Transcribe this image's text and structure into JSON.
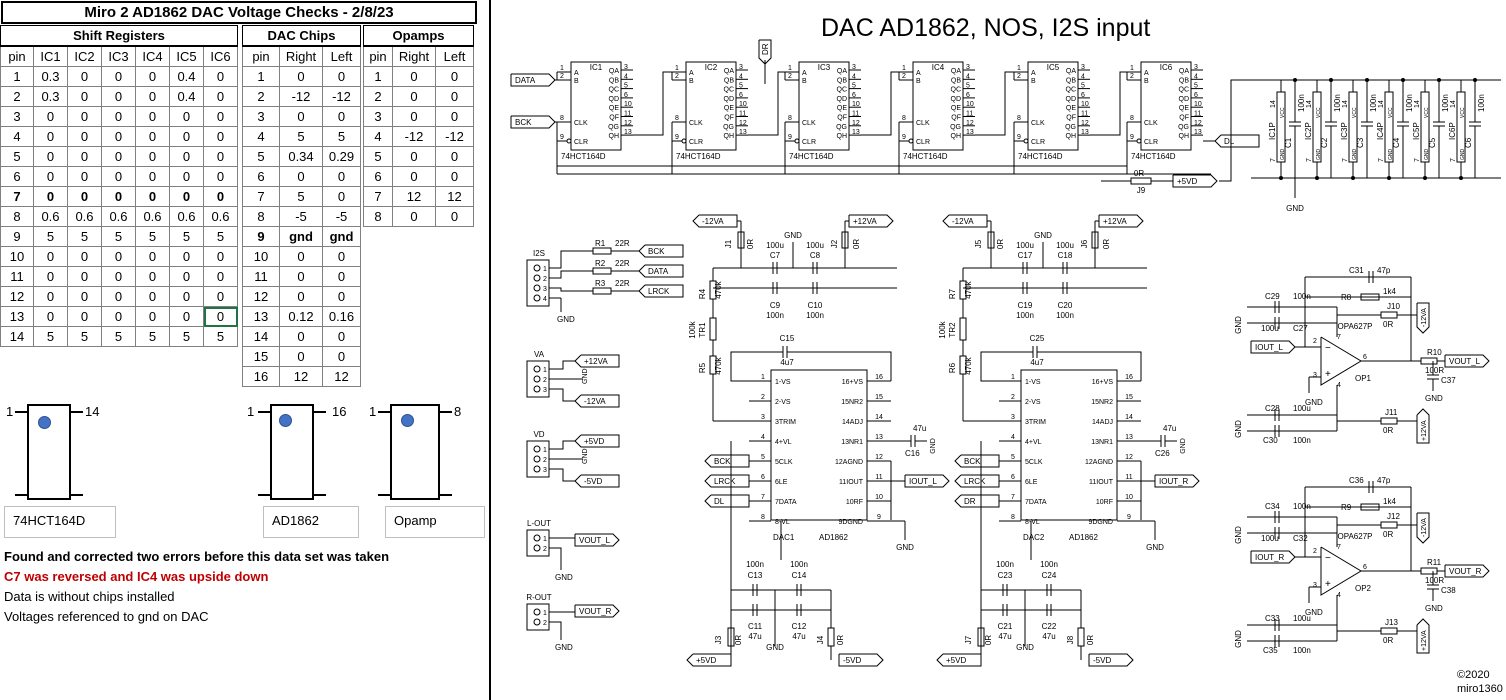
{
  "spreadsheet": {
    "title": "Miro 2 AD1862 DAC Voltage Checks - 2/8/23",
    "shift_registers": {
      "header": "Shift Registers",
      "columns": [
        "pin",
        "IC1",
        "IC2",
        "IC3",
        "IC4",
        "IC5",
        "IC6"
      ],
      "rows": [
        [
          "1",
          "0.3",
          "0",
          "0",
          "0",
          "0.4",
          "0"
        ],
        [
          "2",
          "0.3",
          "0",
          "0",
          "0",
          "0.4",
          "0"
        ],
        [
          "3",
          "0",
          "0",
          "0",
          "0",
          "0",
          "0"
        ],
        [
          "4",
          "0",
          "0",
          "0",
          "0",
          "0",
          "0"
        ],
        [
          "5",
          "0",
          "0",
          "0",
          "0",
          "0",
          "0"
        ],
        [
          "6",
          "0",
          "0",
          "0",
          "0",
          "0",
          "0"
        ],
        [
          "7",
          "0",
          "0",
          "0",
          "0",
          "0",
          "0"
        ],
        [
          "8",
          "0.6",
          "0.6",
          "0.6",
          "0.6",
          "0.6",
          "0.6"
        ],
        [
          "9",
          "5",
          "5",
          "5",
          "5",
          "5",
          "5"
        ],
        [
          "10",
          "0",
          "0",
          "0",
          "0",
          "0",
          "0"
        ],
        [
          "11",
          "0",
          "0",
          "0",
          "0",
          "0",
          "0"
        ],
        [
          "12",
          "0",
          "0",
          "0",
          "0",
          "0",
          "0"
        ],
        [
          "13",
          "0",
          "0",
          "0",
          "0",
          "0",
          "0"
        ],
        [
          "14",
          "5",
          "5",
          "5",
          "5",
          "5",
          "5"
        ]
      ]
    },
    "dac_chips": {
      "header": "DAC Chips",
      "columns": [
        "pin",
        "Right",
        "Left"
      ],
      "rows": [
        [
          "1",
          "0",
          "0"
        ],
        [
          "2",
          "-12",
          "-12"
        ],
        [
          "3",
          "0",
          "0"
        ],
        [
          "4",
          "5",
          "5"
        ],
        [
          "5",
          "0.34",
          "0.29"
        ],
        [
          "6",
          "0",
          "0"
        ],
        [
          "7",
          "5",
          "0"
        ],
        [
          "8",
          "-5",
          "-5"
        ],
        [
          "9",
          "gnd",
          "gnd"
        ],
        [
          "10",
          "0",
          "0"
        ],
        [
          "11",
          "0",
          "0"
        ],
        [
          "12",
          "0",
          "0"
        ],
        [
          "13",
          "0.12",
          "0.16"
        ],
        [
          "14",
          "0",
          "0"
        ],
        [
          "15",
          "0",
          "0"
        ],
        [
          "16",
          "12",
          "12"
        ]
      ]
    },
    "opamps": {
      "header": "Opamps",
      "columns": [
        "pin",
        "Right",
        "Left"
      ],
      "rows": [
        [
          "1",
          "0",
          "0"
        ],
        [
          "2",
          "0",
          "0"
        ],
        [
          "3",
          "0",
          "0"
        ],
        [
          "4",
          "-12",
          "-12"
        ],
        [
          "5",
          "0",
          "0"
        ],
        [
          "6",
          "0",
          "0"
        ],
        [
          "7",
          "12",
          "12"
        ],
        [
          "8",
          "0",
          "0"
        ]
      ]
    },
    "chips": [
      {
        "label": "74HCT164D",
        "pin_first": "1",
        "pin_last": "14"
      },
      {
        "label": "AD1862",
        "pin_first": "1",
        "pin_last": "16"
      },
      {
        "label": "Opamp",
        "pin_first": "1",
        "pin_last": "8"
      }
    ],
    "notes": {
      "line1": "Found and corrected two errors before this data set was taken",
      "line2": "C7 was reversed and IC4 was upside down",
      "line3": "Data is without chips installed",
      "line4": "Voltages referenced to gnd on DAC",
      "highlight_color": "#c00000"
    }
  },
  "schematic": {
    "title": "DAC AD1862, NOS, I2S input",
    "copyright": "©2020",
    "author": "miro1360",
    "chip_part": "74HCT164D",
    "chip_names": [
      "IC1",
      "IC2",
      "IC3",
      "IC4",
      "IC5",
      "IC6"
    ],
    "chip_pins_left": [
      "A",
      "B",
      "CLK",
      "CLR"
    ],
    "chip_pin_numbers_left": [
      "1",
      "2",
      "8",
      "9"
    ],
    "chip_pins_right": [
      "QA",
      "QB",
      "QC",
      "QD",
      "QE",
      "QF",
      "QG",
      "QH"
    ],
    "chip_pin_numbers_right": [
      "3",
      "4",
      "5",
      "6",
      "10",
      "11",
      "12",
      "13"
    ],
    "nets": {
      "data": "DATA",
      "bck": "BCK",
      "lrck": "LRCK",
      "dr": "DR",
      "dl": "DL",
      "p5vd": "+5VD",
      "m5vd": "-5VD",
      "p12va": "+12VA",
      "m12va": "-12VA",
      "gnd": "GND",
      "iout_l": "IOUT_L",
      "iout_r": "IOUT_R",
      "vout_l": "VOUT_L",
      "vout_r": "VOUT_R"
    },
    "j9": {
      "name": "J9",
      "value": "0R"
    },
    "decoupling": [
      {
        "name": "IC1P",
        "value": "100n"
      },
      {
        "name": "IC2P",
        "value": "100n"
      },
      {
        "name": "IC3P",
        "value": "100n"
      },
      {
        "name": "IC4P",
        "value": "100n"
      },
      {
        "name": "IC5P",
        "value": "100n"
      },
      {
        "name": "IC6P",
        "value": "100n"
      }
    ],
    "decoupling_caps": [
      "C1",
      "C2",
      "C3",
      "C4",
      "C5",
      "C6"
    ],
    "decoupling_pins": {
      "vcc": "VCC",
      "gnd": "GND",
      "top": "14",
      "bottom": "7"
    },
    "connectors": [
      {
        "name": "I2S",
        "pins": [
          "1",
          "2",
          "3",
          "4"
        ]
      },
      {
        "name": "VA",
        "pins": [
          "1",
          "2",
          "3"
        ]
      },
      {
        "name": "VD",
        "pins": [
          "1",
          "2",
          "3"
        ]
      },
      {
        "name": "L-OUT",
        "pins": [
          "1",
          "2"
        ]
      },
      {
        "name": "R-OUT",
        "pins": [
          "1",
          "2"
        ]
      }
    ],
    "i2s_resistors": [
      {
        "name": "R1",
        "value": "22R"
      },
      {
        "name": "R2",
        "value": "22R"
      },
      {
        "name": "R3",
        "value": "22R"
      }
    ],
    "dac_pins_left": [
      "1-VS",
      "2-VS",
      "3TRIM",
      "4+VL",
      "5CLK",
      "6LE",
      "7DATA",
      "8-VL"
    ],
    "dac_pins_right": [
      "16+VS",
      "15NR2",
      "14ADJ",
      "13NR1",
      "12AGND",
      "11IOUT",
      "10RF",
      "9DGND"
    ],
    "dac1": {
      "name": "DAC1",
      "part": "AD1862",
      "j_top_left": "J1",
      "j_top_right": "J2",
      "j_top_value": "0R",
      "caps_top": [
        {
          "name": "C7",
          "value": "100u"
        },
        {
          "name": "C8",
          "value": "100u"
        }
      ],
      "caps_mid": [
        {
          "name": "C9",
          "value": "100n"
        },
        {
          "name": "C10",
          "value": "100n"
        }
      ],
      "r_top": {
        "name": "R4",
        "value": "470k"
      },
      "trim": {
        "name": "TR1",
        "value": "100k"
      },
      "r_bot": {
        "name": "R5",
        "value": "470k"
      },
      "c_nr": {
        "name": "C15",
        "value": "4u7"
      },
      "c_nr1": {
        "name": "C16",
        "value": "47u"
      },
      "bot_small": [
        {
          "name": "C13",
          "value": "100n"
        },
        {
          "name": "C14",
          "value": "100n"
        }
      ],
      "bot_big": [
        {
          "name": "C11",
          "value": "47u"
        },
        {
          "name": "C12",
          "value": "47u"
        }
      ],
      "j_bot_left": "J3",
      "j_bot_right": "J4",
      "j_bot_value": "0R",
      "data_net": "DL",
      "out_net": "IOUT_L"
    },
    "dac2": {
      "name": "DAC2",
      "part": "AD1862",
      "j_top_left": "J5",
      "j_top_right": "J6",
      "j_top_value": "0R",
      "caps_top": [
        {
          "name": "C17",
          "value": "100u"
        },
        {
          "name": "C18",
          "value": "100u"
        }
      ],
      "caps_mid": [
        {
          "name": "C19",
          "value": "100n"
        },
        {
          "name": "C20",
          "value": "100n"
        }
      ],
      "r_top": {
        "name": "R7",
        "value": "470k"
      },
      "trim": {
        "name": "TR2",
        "value": "100k"
      },
      "r_bot": {
        "name": "R6",
        "value": "470k"
      },
      "c_nr": {
        "name": "C25",
        "value": "4u7"
      },
      "c_nr1": {
        "name": "C26",
        "value": "47u"
      },
      "bot_small": [
        {
          "name": "C23",
          "value": "100n"
        },
        {
          "name": "C24",
          "value": "100n"
        }
      ],
      "bot_big": [
        {
          "name": "C21",
          "value": "47u"
        },
        {
          "name": "C22",
          "value": "47u"
        }
      ],
      "j_bot_left": "J7",
      "j_bot_right": "J8",
      "j_bot_value": "0R",
      "data_net": "DR",
      "out_net": "IOUT_R"
    },
    "op1": {
      "name": "OP1",
      "part": "OPA627P",
      "c_in_big": {
        "name": "C29",
        "value": "100n"
      },
      "c_in_small": {
        "name": "C27",
        "value": "100u"
      },
      "c_fb": {
        "name": "C31",
        "value": "47p"
      },
      "r_fb": {
        "name": "R8",
        "value": "1k4"
      },
      "j_top": {
        "name": "J10",
        "value": "0R"
      },
      "r_out": {
        "name": "R10",
        "value": "100R"
      },
      "c_out": {
        "name": "C37"
      },
      "c_bot_big": {
        "name": "C28",
        "value": "100u"
      },
      "c_bot_small": {
        "name": "C30",
        "value": "100n"
      },
      "j_bot": {
        "name": "J11",
        "value": "0R"
      },
      "in_net": "IOUT_L",
      "out_net": "VOUT_L"
    },
    "op2": {
      "name": "OP2",
      "part": "OPA627P",
      "c_in_big": {
        "name": "C34",
        "value": "100n"
      },
      "c_in_small": {
        "name": "C32",
        "value": "100u"
      },
      "c_fb": {
        "name": "C36",
        "value": "47p"
      },
      "r_fb": {
        "name": "R9",
        "value": "1k4"
      },
      "j_top": {
        "name": "J12",
        "value": "0R"
      },
      "r_out": {
        "name": "R11",
        "value": "100R"
      },
      "c_out": {
        "name": "C38"
      },
      "c_bot_big": {
        "name": "C33",
        "value": "100u"
      },
      "c_bot_small": {
        "name": "C35",
        "value": "100n"
      },
      "j_bot": {
        "name": "J13",
        "value": "0R"
      },
      "in_net": "IOUT_R",
      "out_net": "VOUT_R"
    },
    "op_pin_numbers": [
      "2",
      "3",
      "4",
      "6",
      "7"
    ]
  }
}
